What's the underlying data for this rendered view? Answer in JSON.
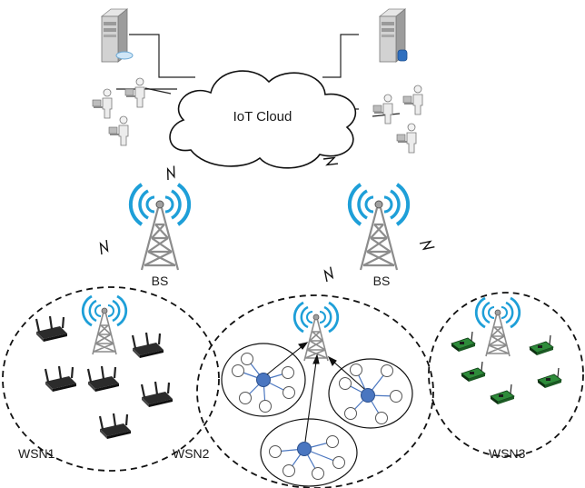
{
  "labels": {
    "cloud": "IoT Cloud",
    "bs_left": "BS",
    "bs_right": "BS",
    "wsn1": "WSN1",
    "wsn2": "WSN2",
    "wsn3": "WSN3"
  },
  "icons": {
    "server": "server-icon",
    "user": "user-icon",
    "tower": "cell-tower-icon",
    "router": "wireless-router-icon",
    "sensor": "sensor-board-icon",
    "wireless_link": "lightning-link-icon"
  },
  "colors": {
    "radio_waves": "#1e9fd8",
    "tower": "#8c8c8c",
    "router": "#222222",
    "sensor_board": "#2e8b3a",
    "cluster_head": "#4a76c0",
    "line": "#222222"
  }
}
